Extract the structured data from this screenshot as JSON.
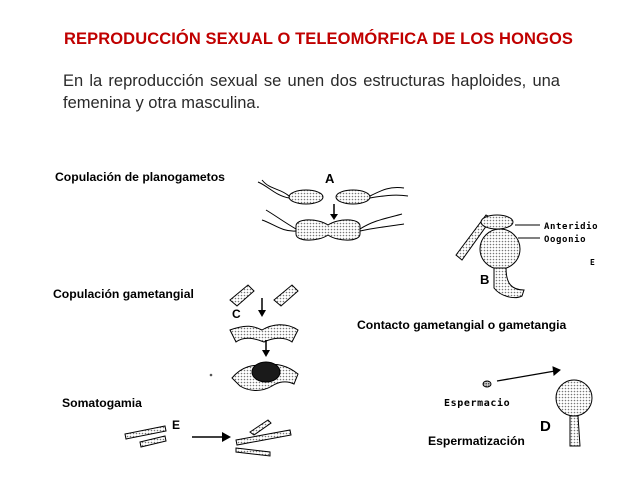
{
  "title": "REPRODUCCIÓN SEXUAL O TELEOMÓRFICA DE LOS HONGOS",
  "intro": "En la reproducción sexual se unen dos estructuras haploides, una femenina y otra masculina.",
  "labels": {
    "planogametos": "Copulación de planogametos",
    "gametangial": "Copulación gametangial",
    "contacto": "Contacto gametangial o gametangia",
    "somatogamia": "Somatogamia",
    "espermatizacion": "Espermatización"
  },
  "figures": {
    "a": "A",
    "b": "B",
    "c": "C",
    "d": "D",
    "e": "E",
    "e_small": "E",
    "anteridio": "Anteridio",
    "oogonio": "Oogonio",
    "espermacio": "Espermacio"
  },
  "colors": {
    "title": "#c00000",
    "text": "#2a2a2a"
  }
}
